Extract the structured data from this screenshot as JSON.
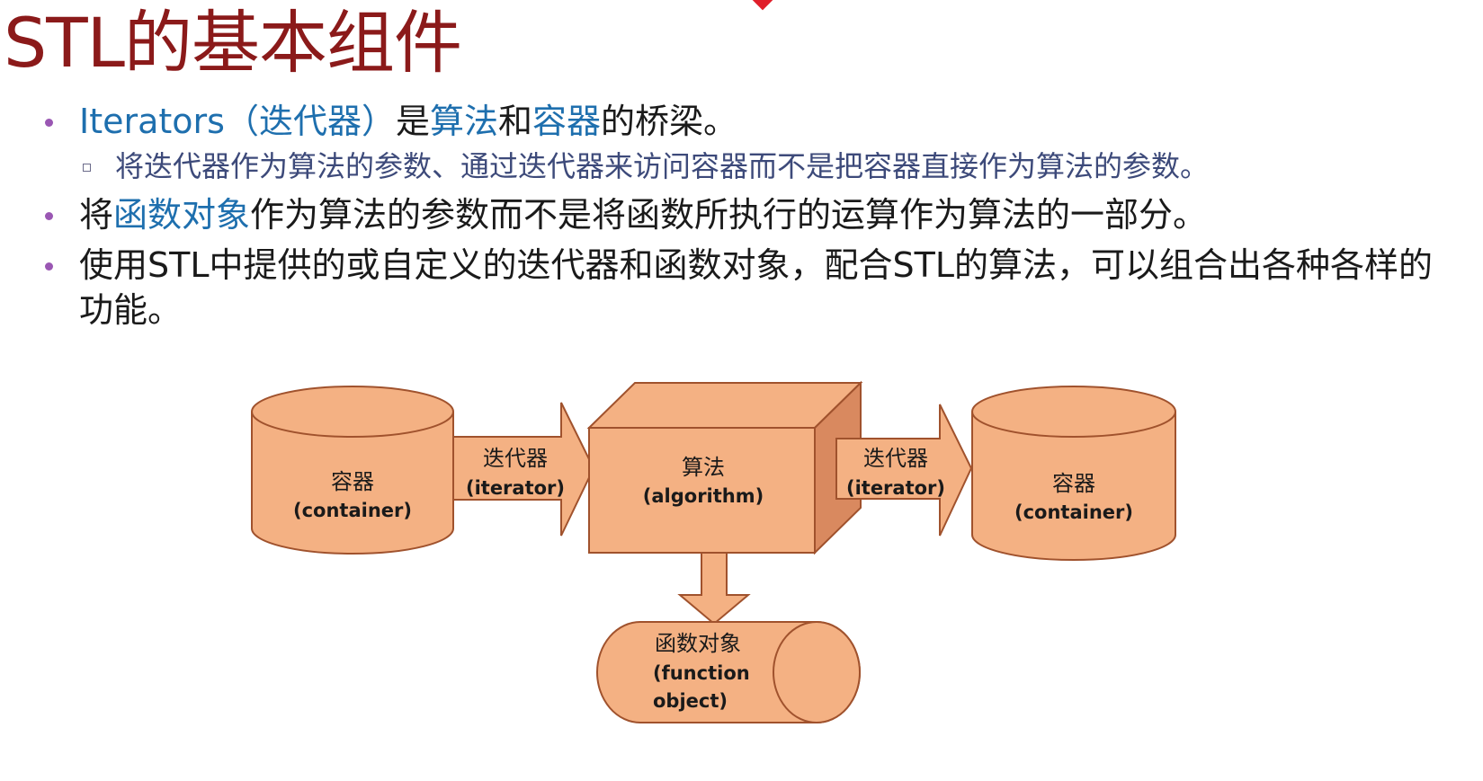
{
  "slide": {
    "title": "STL的基本组件",
    "bullet1": {
      "part1": "Iterators（迭代器）",
      "part2": "是",
      "part3": "算法",
      "part4": "和",
      "part5": "容器",
      "part6": "的桥梁。"
    },
    "sub1": "将迭代器作为算法的参数、通过迭代器来访问容器而不是把容器直接作为算法的参数。",
    "bullet2": {
      "part1": "将",
      "part2": "函数对象",
      "part3": "作为算法的参数而不是将函数所执行的运算作为算法的一部分。"
    },
    "bullet3": "使用STL中提供的或自定义的迭代器和函数对象，配合STL的算法，可以组合出各种各样的功能。"
  },
  "diagram": {
    "container_left": {
      "cn": "容器",
      "en": "(container)"
    },
    "arrow_left": {
      "cn": "迭代器",
      "en": "(iterator)"
    },
    "algorithm": {
      "cn": "算法",
      "en": "(algorithm)"
    },
    "arrow_right": {
      "cn": "迭代器",
      "en": "(iterator)"
    },
    "container_right": {
      "cn": "容器",
      "en": "(container)"
    },
    "function_object": {
      "cn": "函数对象",
      "en1": "(function",
      "en2": "object)"
    }
  },
  "colors": {
    "title": "#8b1a1a",
    "highlight": "#1e6fae",
    "bullet_dot": "#9a57b3",
    "shape_fill": "#f4b183",
    "shape_dark": "#d9895f",
    "shape_stroke": "#a0522d"
  }
}
